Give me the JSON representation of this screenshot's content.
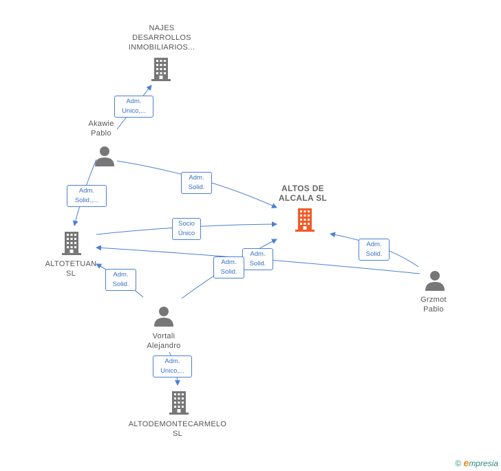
{
  "nodes": {
    "najes": {
      "label": "NAJES\nDESARROLLOS\nINMOBILIARIOS...",
      "type": "company"
    },
    "akawie": {
      "label": "Akawie\nPablo",
      "type": "person"
    },
    "altos": {
      "label": "ALTOS DE\nALCALA  SL",
      "type": "company-main"
    },
    "altotetuan": {
      "label": "ALTOTETUAN\nSL",
      "type": "company"
    },
    "grzmot": {
      "label": "Grzmot\nPablo",
      "type": "person"
    },
    "vortali": {
      "label": "Vortali\nAlejandro",
      "type": "person"
    },
    "altodemonte": {
      "label": "ALTODEMONTECARMELO\nSL",
      "type": "company"
    }
  },
  "edges": {
    "e1": "Adm.\nUnico,...",
    "e2": "Adm.\nSolid.",
    "e3": "Adm.\nSolid.,...",
    "e4": "Socio\nÚnico",
    "e5": "Adm.\nSolid.",
    "e6": "Adm.\nSolid.",
    "e7": "Adm.\nSolid.",
    "e8": "Adm.\nSolid.",
    "e9": "Adm.\nUnico,..."
  },
  "colors": {
    "edge": "#4a7fd4",
    "node": "#777777",
    "main": "#f05a28"
  },
  "footer": {
    "copyright": "©",
    "brand_e": "e",
    "brand_rest": "mpresia"
  }
}
